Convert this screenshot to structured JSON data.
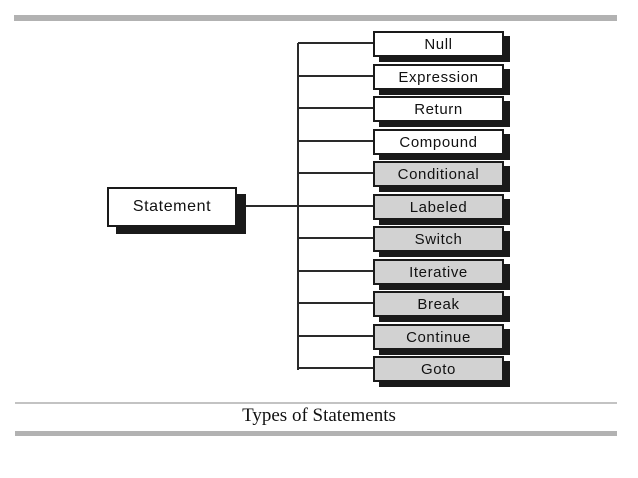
{
  "page": {
    "background": "#ffffff"
  },
  "dividers": {
    "top_bar_color": "#b2b2b2",
    "thin_line_color": "#c3c3c3",
    "bottom_bar_color": "#b2b2b2"
  },
  "diagram": {
    "line_color": "#2a2a2a",
    "border_color": "#1a1a1a",
    "shadow_color": "#1a1a1a",
    "root": {
      "label": "Statement",
      "fill": "#ffffff"
    },
    "children": [
      {
        "label": "Null",
        "fill": "#ffffff"
      },
      {
        "label": "Expression",
        "fill": "#ffffff"
      },
      {
        "label": "Return",
        "fill": "#ffffff"
      },
      {
        "label": "Compound",
        "fill": "#ffffff"
      },
      {
        "label": "Conditional",
        "fill": "#d2d2d2"
      },
      {
        "label": "Labeled",
        "fill": "#d2d2d2"
      },
      {
        "label": "Switch",
        "fill": "#d2d2d2"
      },
      {
        "label": "Iterative",
        "fill": "#d2d2d2"
      },
      {
        "label": "Break",
        "fill": "#d2d2d2"
      },
      {
        "label": "Continue",
        "fill": "#d2d2d2"
      },
      {
        "label": "Goto",
        "fill": "#d2d2d2"
      }
    ]
  },
  "caption": "Types of Statements"
}
